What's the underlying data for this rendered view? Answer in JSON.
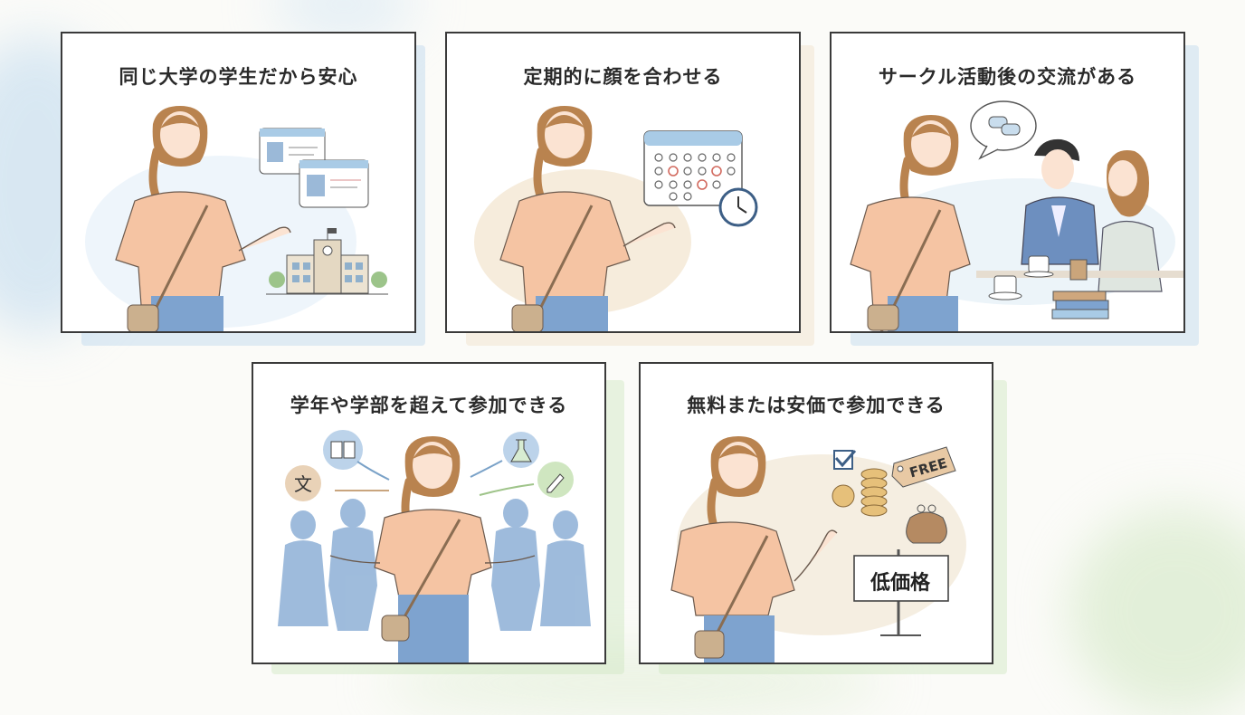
{
  "panels": [
    {
      "title": "同じ大学の学生だから安心"
    },
    {
      "title": "定期的に顔を合わせる"
    },
    {
      "title": "サークル活動後の交流がある"
    },
    {
      "title": "学年や学部を超えて参加できる"
    },
    {
      "title": "無料または安価で参加できる"
    }
  ],
  "labels": {
    "subject_char": "文",
    "free_tag": "FREE",
    "low_price_sign": "低価格"
  },
  "colors": {
    "shirt": "#f5c4a3",
    "jeans": "#7ea3cf",
    "hair": "#b9834f",
    "blue_wash": "#bcd8ee",
    "green_wash": "#cfe6c0",
    "beige_wash": "#efe1c9"
  }
}
